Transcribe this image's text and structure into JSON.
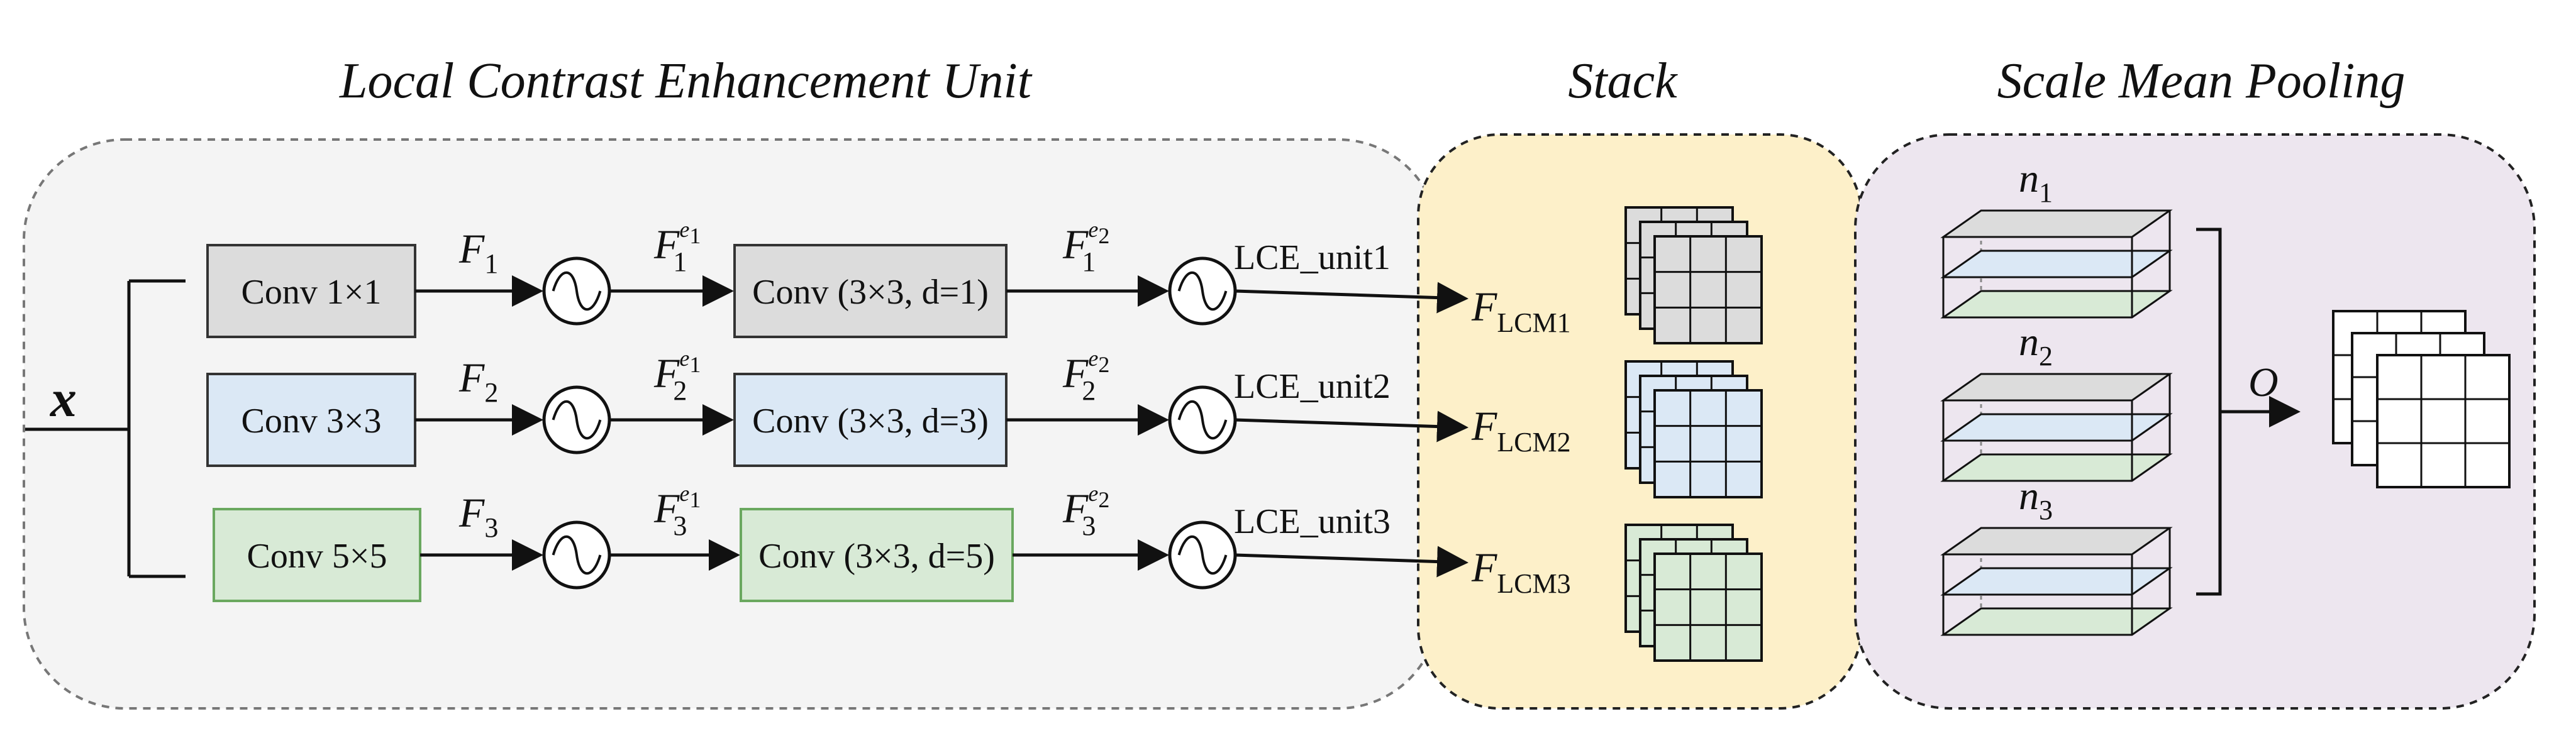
{
  "titles": {
    "lce": "Local Contrast Enhancement Unit",
    "stack": "Stack",
    "smp": "Scale Mean Pooling"
  },
  "input_label": "x",
  "branches": [
    {
      "conv1_label": "Conv 1×1",
      "f_sub": "1",
      "fe1_sub": "1",
      "fe1_sup": "e",
      "fe1_supsub": "1",
      "conv2_label": "Conv (3×3, d=1)",
      "fe2_sub": "1",
      "fe2_sup": "e",
      "fe2_supsub": "2",
      "unit_label": "LCE_unit1",
      "lcm_sub": "LCM1",
      "color": "#dcdcdc",
      "border": "#333333"
    },
    {
      "conv1_label": "Conv 3×3",
      "f_sub": "2",
      "fe1_sub": "2",
      "fe1_sup": "e",
      "fe1_supsub": "1",
      "conv2_label": "Conv (3×3, d=3)",
      "fe2_sub": "2",
      "fe2_sup": "e",
      "fe2_supsub": "2",
      "unit_label": "LCE_unit2",
      "lcm_sub": "LCM2",
      "color": "#dbe8f5",
      "border": "#333333"
    },
    {
      "conv1_label": "Conv 5×5",
      "f_sub": "3",
      "fe1_sub": "3",
      "fe1_sup": "e",
      "fe1_supsub": "1",
      "conv2_label": "Conv (3×3, d=5)",
      "fe2_sub": "3",
      "fe2_sup": "e",
      "fe2_supsub": "2",
      "unit_label": "LCE_unit3",
      "lcm_sub": "LCM3",
      "color": "#d8ead6",
      "border": "#6aa85f"
    }
  ],
  "f_letter": "F",
  "n_letter": "n",
  "n_subs": [
    "1",
    "2",
    "3"
  ],
  "output_label": "O",
  "colors": {
    "lce_bg": "#f4f4f4",
    "stack_bg": "#fdf0c9",
    "smp_bg": "#ede6ef",
    "gray": "#dcdcdc",
    "blue": "#dbe8f5",
    "green": "#d8ead6"
  }
}
